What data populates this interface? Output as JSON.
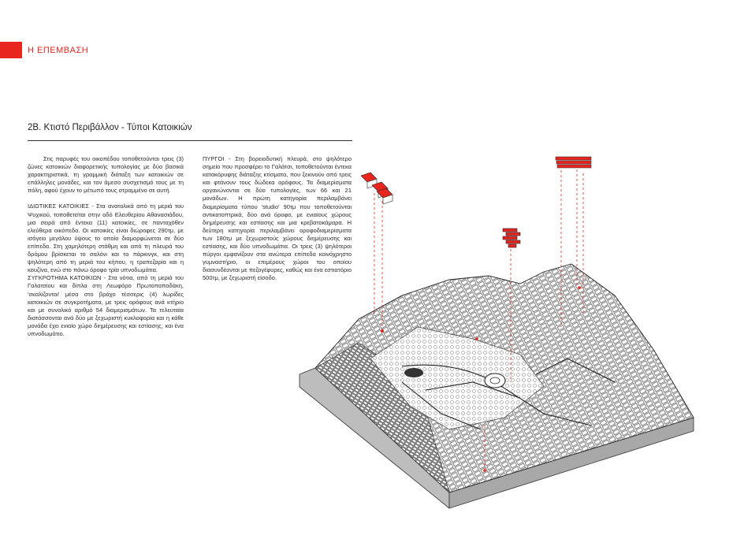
{
  "section_tag": "Η ΕΠΕΜΒΑΣΗ",
  "heading": "2Β. Κτιστό Περιβάλλον - Τύποι Κατοικιών",
  "column1": {
    "intro": "Στις παρυφές του οικοπέδου τοποθετούνται τρεις (3) ζώνες κατοικιών διαφορετικής τυπολογίας με δύο βασικά χαρακτηριστικά, τη γραμμική διάταξη των κατοικιών σε επάλληλες μονάδες, και τον άμεσο συσχετισμό τους με τη πόλη, αφού έχουν το μέτωπό τους στραμμένο σε αυτή.",
    "private": "ΙΔΙΩΤΙΚΕΣ ΚΑΤΟΙΚΙΕΣ - Στα ανατολικά από τη μεριά του Ψυχικού, τοποθετείται στην οδό Ελευθερίου Αθανασιάδου, μια σειρά από έντεκα (11) κατοικίες, σε πανταχόθεν ελεύθερα οικόπεδα. Οι κατοικίες είναι διώροφες 290τμ, με ισόγειο μεγάλου ύψους το οποίο διαμορφώνεται σε δύο επίπεδα. Στη χαμηλότερη στάθμη και από τη πλευρά του δρόμου βρίσκεται το σαλόνι και το πάρκινγκ, και στη ψηλότερη από τη μεριά του κήπου, η τραπεζαρία και η κουζίνα, ενώ στο πάνω όροφο τρία υπνοδωμάτια.",
    "complex": "ΣΥΓΚΡΟΤΗΜΑ ΚΑΤΟΙΚΙΩΝ - Στα νότια, από τη μεριά του Γαλατσίου και δίπλα στη Λεωφόρο Πρωτοπαπαδάκη, 'σκαλίζονται' μέσα στο βράχο τέσσερις (4) λωρίδες κατοικιών σε συγκροτήματα, με τρεις ορόφους ανά κτήριο και με συνολικό αριθμό 54 διαμερισμάτων. Τα τελευταία διατάσσονται ανά δύο με ξεχωριστή κυκλοφορία και η κάθε μονάδα έχει ενιαίο χώρο διημέρευσης και εστίασης, και ένα υπνοδωμάτιο."
  },
  "column2": {
    "towers": "ΠΥΡΓΟΙ - Στη βορειοδυτική πλευρά, στο ψηλότερο σημείο που προσφέρει το Γαλάτσι, τοποθετούνται έντεκα κατακόρυφης διάταξης κτίσματα, που ξεκινούν από τρεις και φτάνουν τους δώδεκα ορόφους. Τα διαμερίσματα οργανώνονται σε δύο τυπολογίες, των 66 και 21 μονάδων. Η πρώτη κατηγορία περιλαμβάνει διαμερίσματα τύπου 'studio' 90τμ που τοποθετούνται αντικατοπτρικά, δύο ανά όροφο, με ενιαίους χώρους διημέρευσης και εστίασης και μια κρεβατοκάμαρα. Η δεύτερη κατηγορία περιλαμβάνει οροφοδιαμερίσματα των 180τμ με ξεχωριστούς χώρους διημέρευσης και εστίασης, και δύο υπνοδωμάτια. Οι τρεις (3) ψηλότεροι πύργοι εμφανίζουν στα ανώτερα επίπεδα κοινόχρηστο γυμναστήριο, οι επιμέρους χώροι του οποίου διασυνδέονται με πεζογέφυρες, καθώς και ένα εστιατόριο 500τμ, με ξεχωριστή είσοδο."
  },
  "colors": {
    "accent": "#e8261f",
    "text": "#2a2a2a",
    "line": "#222222"
  }
}
